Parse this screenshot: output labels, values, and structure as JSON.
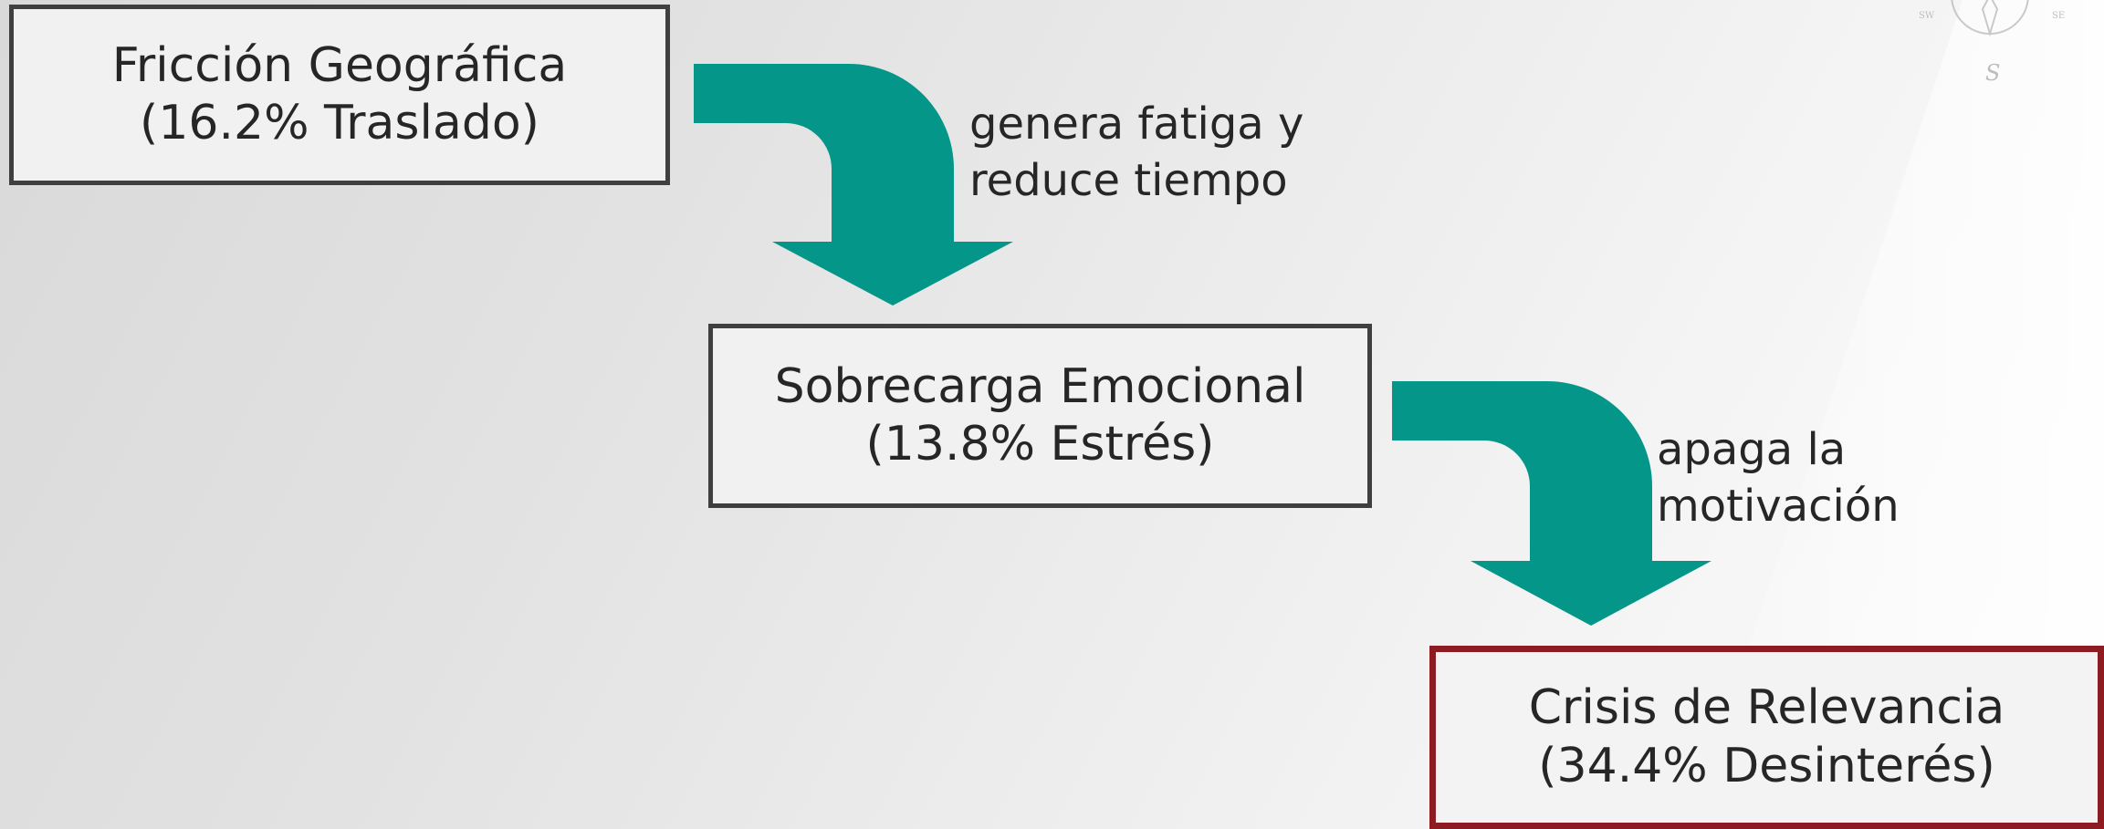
{
  "boxes": {
    "friccion": {
      "line1": "Fricción Geográfica",
      "line2": "(16.2% Traslado)"
    },
    "sobrecarga": {
      "line1": "Sobrecarga Emocional",
      "line2": "(13.8% Estrés)"
    },
    "crisis": {
      "line1": "Crisis de Relevancia",
      "line2": "(34.4% Desinterés)"
    }
  },
  "arrows": {
    "first": {
      "line1": "genera fatiga y",
      "line2": "reduce tiempo"
    },
    "second": {
      "line1": "apaga la",
      "line2": "motivación"
    }
  },
  "logo": {
    "icon": "compass-icon",
    "letter": "S"
  },
  "colors": {
    "arrow": "#05968a",
    "box_border": "#3f3f3f",
    "highlight_border": "#8c1c22",
    "text": "#262626"
  }
}
